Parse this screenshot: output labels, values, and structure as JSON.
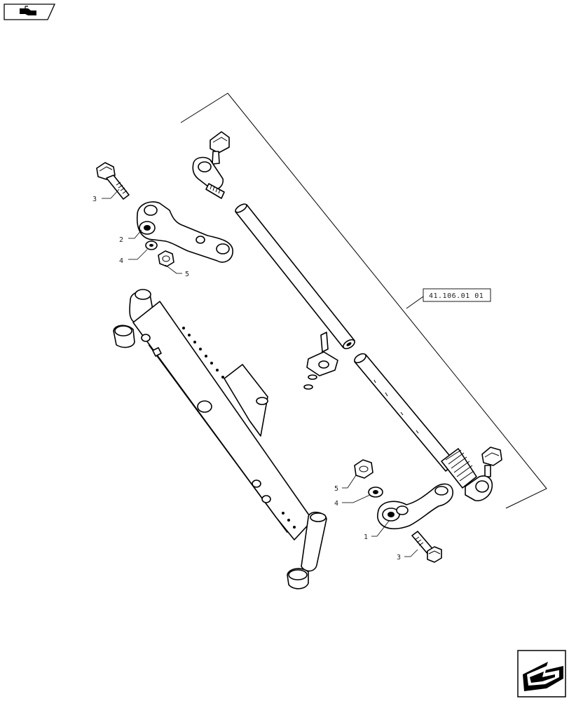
{
  "callouts": {
    "c1": "1",
    "c2": "2",
    "c3a": "3",
    "c3b": "3",
    "c4a": "4",
    "c4b": "4",
    "c5a": "5",
    "c5b": "5"
  },
  "reference": "41.106.01 01",
  "icons": {
    "top_left": "previous-page-icon",
    "bottom_right": "next-page-icon"
  }
}
